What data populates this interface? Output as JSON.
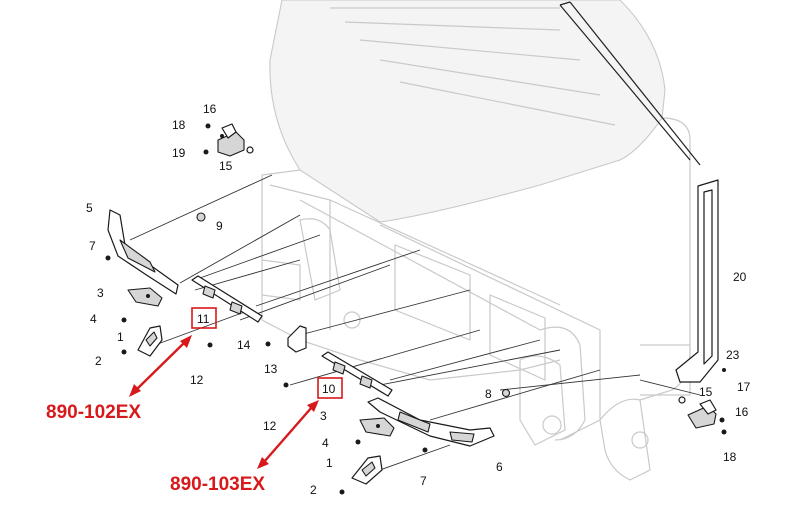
{
  "callouts": {
    "c1a": "1",
    "c1b": "1",
    "c2a": "2",
    "c2b": "2",
    "c3a": "3",
    "c3b": "3",
    "c4a": "4",
    "c4b": "4",
    "c5": "5",
    "c6": "6",
    "c7a": "7",
    "c7b": "7",
    "c8": "8",
    "c9": "9",
    "c10": "10",
    "c11": "11",
    "c12a": "12",
    "c12b": "12",
    "c13": "13",
    "c14": "14",
    "c15a": "15",
    "c15b": "15",
    "c16a": "16",
    "c16b": "16",
    "c17": "17",
    "c18a": "18",
    "c18b": "18",
    "c19": "19",
    "c20": "20",
    "c23": "23"
  },
  "part_numbers": {
    "upper": "890-102EX",
    "lower": "890-103EX"
  },
  "colors": {
    "highlight": "#d8191c",
    "line": "#1a1a1a",
    "ghost": "#c9c9c9"
  }
}
